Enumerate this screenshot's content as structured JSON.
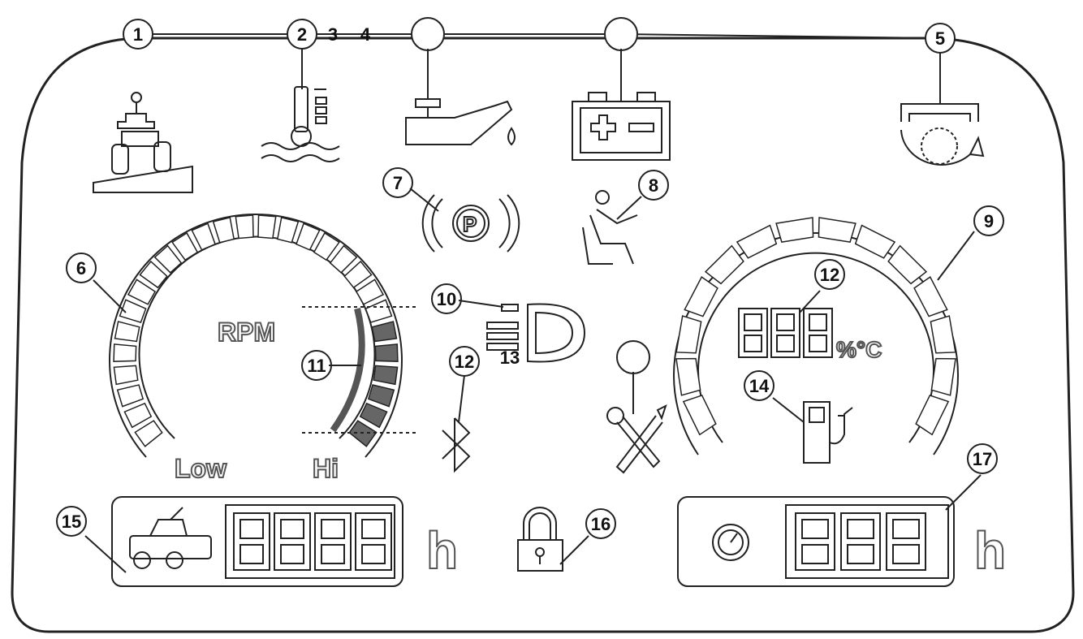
{
  "colors": {
    "ink": "#222222",
    "gray": "#555555",
    "bar_fill": "#666666",
    "background": "#ffffff"
  },
  "callouts": [
    "1",
    "2",
    "3",
    "4",
    "5",
    "6",
    "7",
    "8",
    "9",
    "10",
    "11",
    "12",
    "12",
    "13",
    "14",
    "15",
    "16",
    "17"
  ],
  "labels": {
    "rpm": "RPM",
    "low": "Low",
    "hi": "Hi",
    "temp_unit": "%°C",
    "hour_unit_left": "h",
    "hour_unit_right": "h"
  },
  "icons": [
    "tilt-warning-icon",
    "coolant-temperature-icon",
    "oil-pressure-icon",
    "battery-icon",
    "regeneration-icon",
    "parking-brake-icon",
    "seat-occupancy-icon",
    "headlight-icon",
    "bluetooth-icon",
    "service-tools-icon",
    "fuel-pump-icon",
    "mower-icon",
    "lock-icon",
    "clock-icon"
  ],
  "rpm_gauge": {
    "segments": 28,
    "highlighted_segments": 6
  },
  "right_gauge": {
    "segments": 14
  }
}
